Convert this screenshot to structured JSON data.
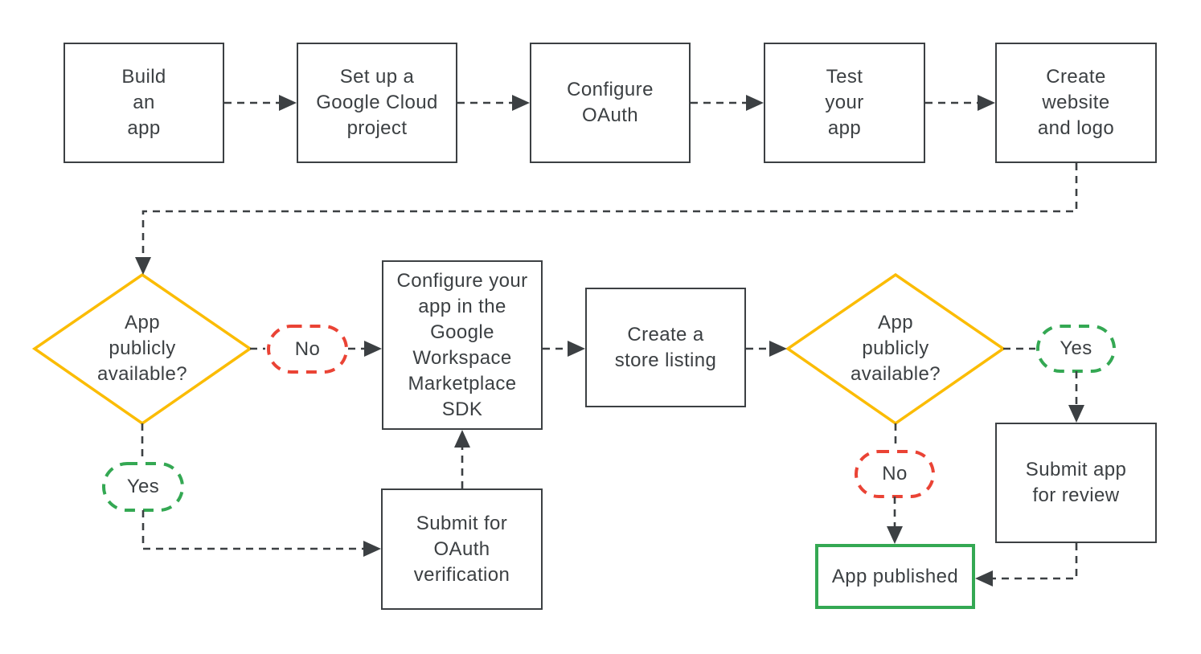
{
  "flowchart": {
    "description": "Publish an app to the Google Workspace Marketplace flow",
    "colors": {
      "outline": "#3C4043",
      "text": "#3C4043",
      "decision_border": "#FBBC04",
      "no_border": "#EA4335",
      "yes_border": "#34A853",
      "published_border": "#34A853",
      "background": "#FFFFFF"
    },
    "nodes": {
      "build_app": {
        "label": "Build\nan\napp",
        "type": "process"
      },
      "setup_project": {
        "label": "Set up a\nGoogle Cloud\nproject",
        "type": "process"
      },
      "configure_oauth": {
        "label": "Configure\nOAuth",
        "type": "process"
      },
      "test_app": {
        "label": "Test\nyour\napp",
        "type": "process"
      },
      "create_website": {
        "label": "Create\nwebsite\nand logo",
        "type": "process"
      },
      "decision_public_1": {
        "label": "App\npublicly\navailable?",
        "type": "decision"
      },
      "no_1": {
        "label": "No",
        "type": "outcome"
      },
      "yes_1": {
        "label": "Yes",
        "type": "outcome"
      },
      "configure_sdk": {
        "label": "Configure your\napp in the\nGoogle\nWorkspace\nMarketplace\nSDK",
        "type": "process"
      },
      "submit_oauth": {
        "label": "Submit for\nOAuth\nverification",
        "type": "process"
      },
      "store_listing": {
        "label": "Create a\nstore listing",
        "type": "process"
      },
      "decision_public_2": {
        "label": "App\npublicly\navailable?",
        "type": "decision"
      },
      "yes_2": {
        "label": "Yes",
        "type": "outcome"
      },
      "no_2": {
        "label": "No",
        "type": "outcome"
      },
      "submit_review": {
        "label": "Submit app\nfor review",
        "type": "process"
      },
      "app_published": {
        "label": "App published",
        "type": "terminal"
      }
    }
  }
}
